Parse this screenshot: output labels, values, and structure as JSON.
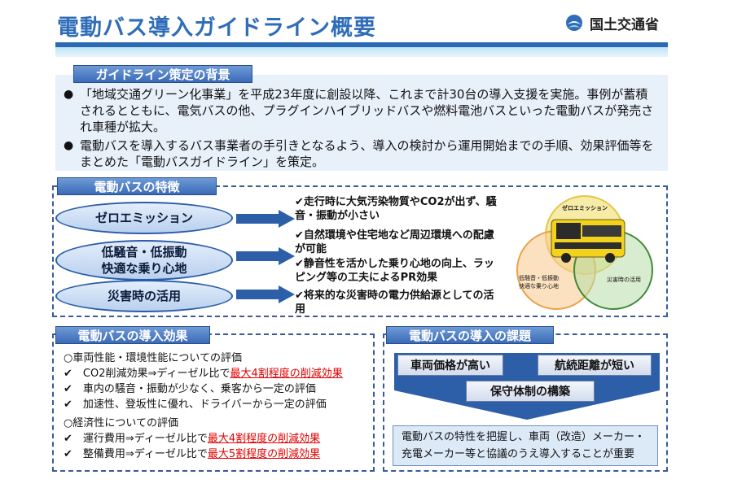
{
  "header": {
    "title": "電動バス導入ガイドライン概要",
    "ministry": "国土交通省"
  },
  "background": {
    "label": "ガイドライン策定の背景",
    "bullets": [
      "「地域交通グリーン化事業」を平成23年度に創設以降、これまで計30台の導入支援を実施。事例が蓄積されるとともに、電気バスの他、プラグインハイブリッドバスや燃料電池バスといった電動バスが発売され車種が拡大。",
      "電動バスを導入するバス事業者の手引きとなるよう、導入の検討から運用開始までの手順、効果評価等をまとめた「電動バスガイドライン」を策定。"
    ]
  },
  "features": {
    "label": "電動バスの特徴",
    "categories": [
      "ゼロエミッション",
      "低騒音・低振動\n快適な乗り心地",
      "災害時の活用"
    ],
    "items": [
      "✔走行時に大気汚染物質やCO2が出ず、騒音・振動が小さい",
      "✔自然環境や住宅地など周辺環境への配慮が可能",
      "✔静音性を活かした乗り心地の向上、ラッピング等の工夫によるPR効果",
      "✔将来的な災害時の電力供給源としての活用"
    ],
    "venn": {
      "top": "ゼロエミッション",
      "left": "低騒音・低振動\n快適な乗り心地",
      "right": "災害時の活用"
    }
  },
  "effects": {
    "label": "電動バスの導入効果",
    "lines": [
      {
        "prefix": "○車両性能・環境性能についての評価",
        "highlight": ""
      },
      {
        "prefix": "✔　CO2削減効果⇒ディーゼル比で",
        "highlight": "最大4割程度の削減効果"
      },
      {
        "prefix": "✔　車内の騒音・振動が少なく、乗客から一定の評価",
        "highlight": ""
      },
      {
        "prefix": "✔　加速性、登坂性に優れ、ドライバーから一定の評価",
        "highlight": ""
      },
      {
        "prefix": "○経済性についての評価",
        "highlight": ""
      },
      {
        "prefix": "✔　運行費用⇒ディーゼル比で",
        "highlight": "最大4割程度の削減効果"
      },
      {
        "prefix": "✔　整備費用⇒ディーゼル比で",
        "highlight": "最大5割程度の削減効果"
      }
    ]
  },
  "issues": {
    "label": "電動バスの導入の課題",
    "pills": [
      "車両価格が高い",
      "航続距離が短い",
      "保守体制の構築"
    ],
    "conclusion": "電動バスの特性を把握し、車両（改造）メーカー・充電メーカー等と協議のうえ導入することが重要"
  },
  "colors": {
    "title": "#2f6db8",
    "section_label": "#3a6bb8",
    "highlight": "#e30000",
    "venn_top": "#f4e58a",
    "venn_left": "#f7c98a",
    "venn_right": "#b8dfa8"
  }
}
